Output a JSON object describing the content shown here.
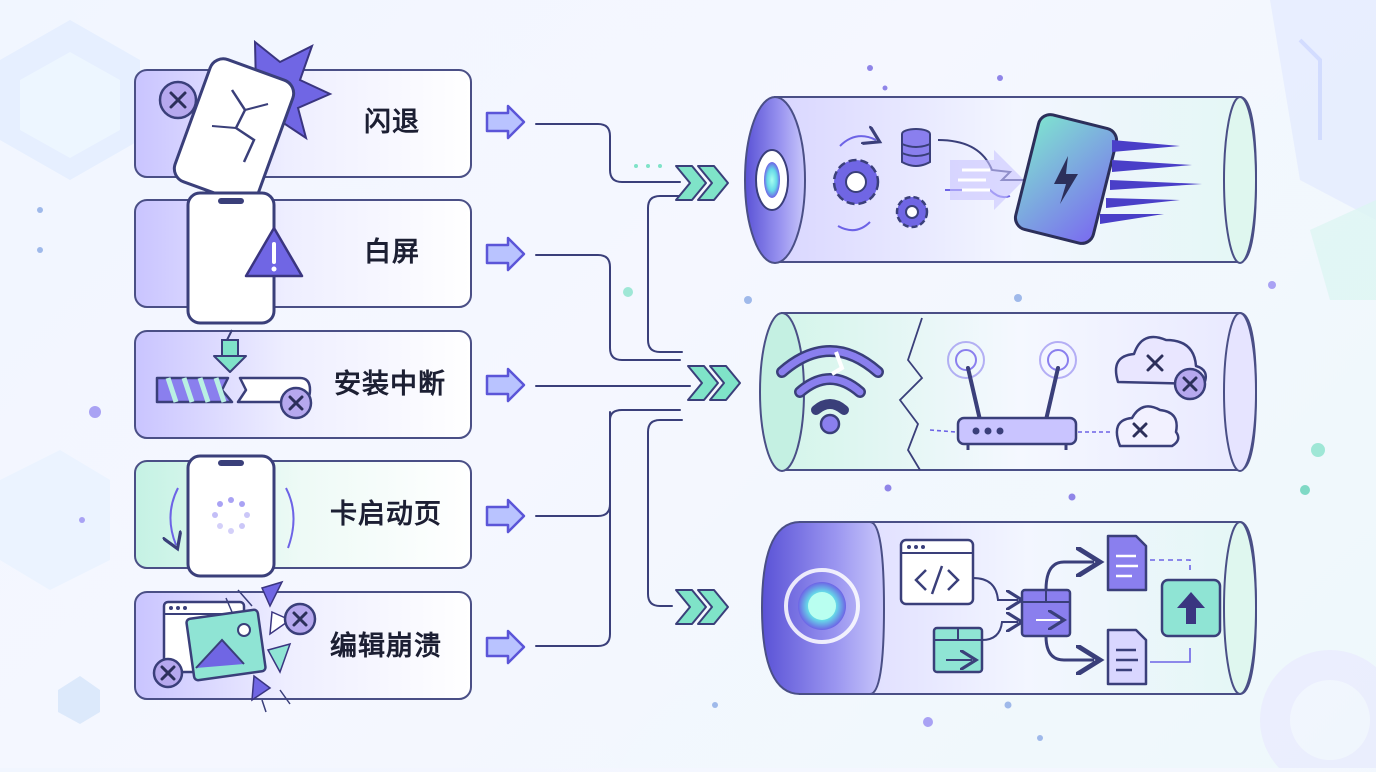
{
  "problems": [
    {
      "label": "闪退"
    },
    {
      "label": "白屏"
    },
    {
      "label": "安装中断"
    },
    {
      "label": "卡启动页"
    },
    {
      "label": "编辑崩溃"
    }
  ],
  "colors": {
    "accent": "#6d63e6",
    "accent_dark": "#3a3580",
    "mint": "#6fe3c0",
    "error": "#8f6bdc",
    "card_border": "#4a4f86"
  },
  "icons": {
    "card1": "broken-phone-icon",
    "card2": "warning-phone-icon",
    "card3": "interrupted-progress-icon",
    "card4": "loading-phone-icon",
    "card5": "shattered-image-icon",
    "pipe1": "gears-database-phone-icon",
    "pipe2": "broken-network-icon",
    "pipe3": "file-package-flow-icon"
  }
}
